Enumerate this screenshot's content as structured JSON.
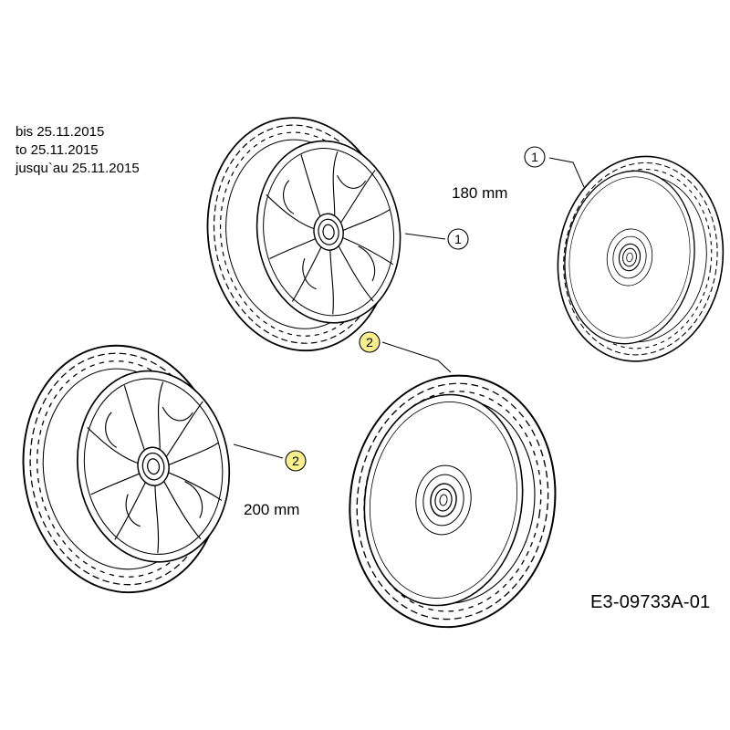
{
  "validity_note": {
    "de": "bis 25.11.2015",
    "en": "to 25.11.2015",
    "fr": "jusqu`au 25.11.2015"
  },
  "dimensions": {
    "small": "180 mm",
    "large": "200 mm"
  },
  "drawing_number": "E3-09733A-01",
  "callouts": [
    {
      "id": "callout-1-left",
      "label": "1"
    },
    {
      "id": "callout-1-right",
      "label": "1"
    },
    {
      "id": "callout-2-top",
      "label": "2"
    },
    {
      "id": "callout-2-left",
      "label": "2"
    }
  ],
  "colors": {
    "line": "#000000",
    "highlight": "#f7ee8c",
    "background": "#ffffff"
  }
}
